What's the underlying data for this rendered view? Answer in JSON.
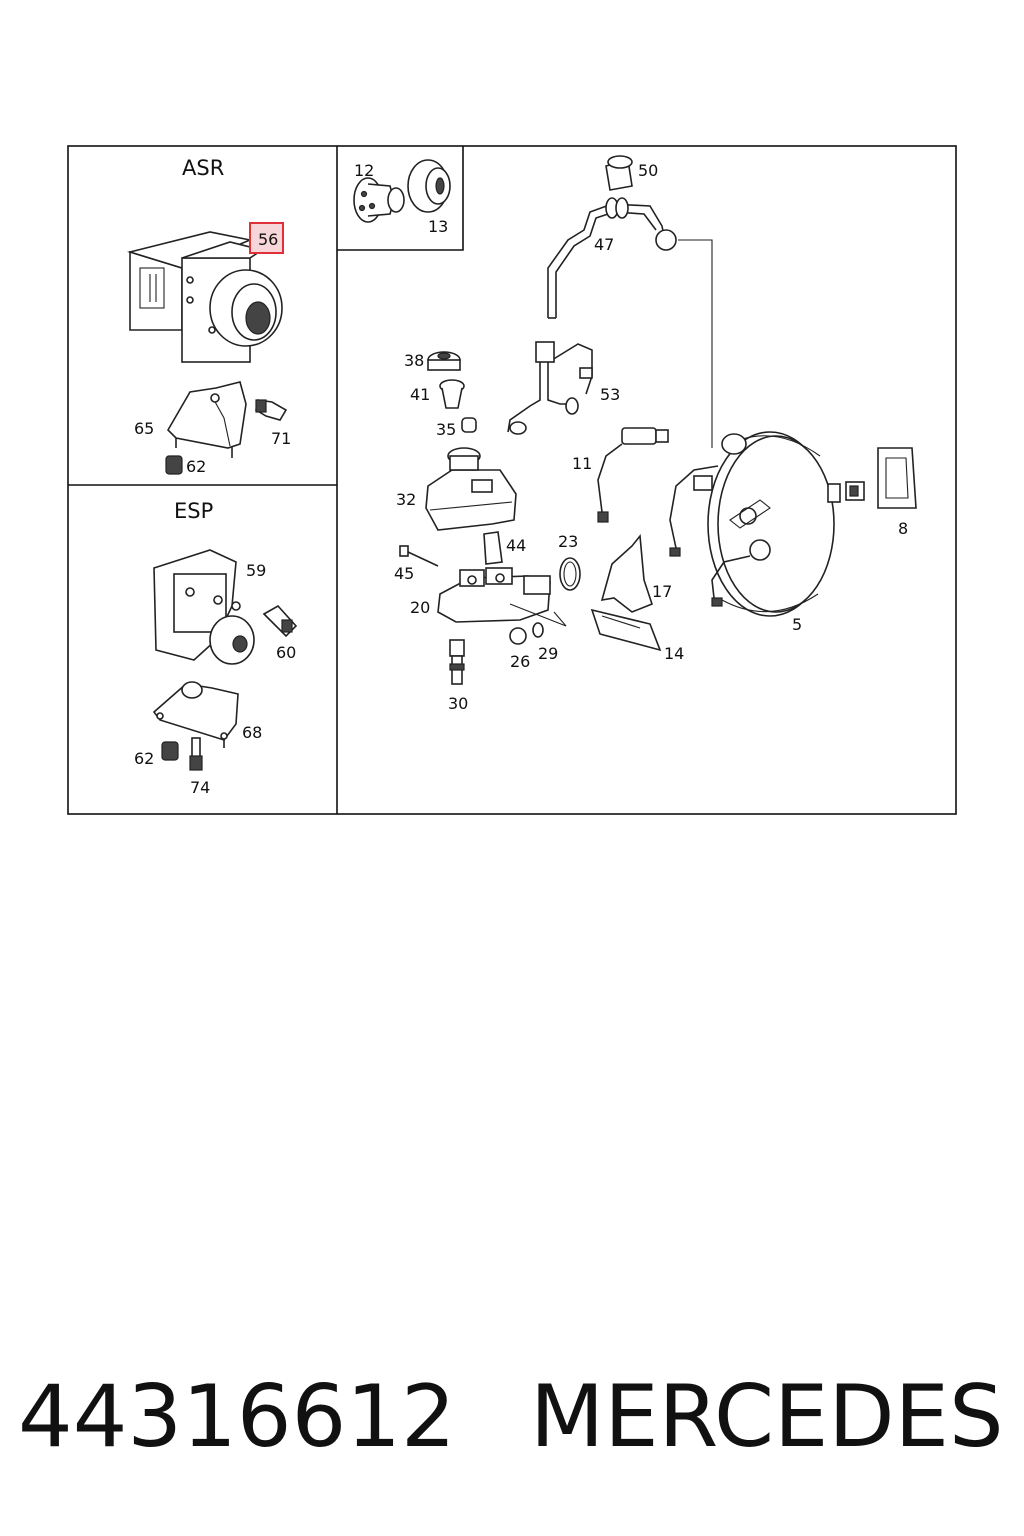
{
  "panels": {
    "asr": {
      "title": "ASR"
    },
    "esp": {
      "title": "ESP"
    }
  },
  "callouts": {
    "c56": "56",
    "c65": "65",
    "c71": "71",
    "c62a": "62",
    "c59": "59",
    "c60": "60",
    "c68": "68",
    "c62b": "62",
    "c74": "74",
    "c12": "12",
    "c13": "13",
    "c50": "50",
    "c47": "47",
    "c38": "38",
    "c41": "41",
    "c35": "35",
    "c53": "53",
    "c11": "11",
    "c32": "32",
    "c44": "44",
    "c45": "45",
    "c23": "23",
    "c20": "20",
    "c17": "17",
    "c26": "26",
    "c29": "29",
    "c14": "14",
    "c30": "30",
    "c5": "5",
    "c8": "8"
  },
  "highlight": {
    "callout": "56",
    "color": "#e0303a",
    "fill": "#f6d6d8"
  },
  "footer": {
    "part_number": "44316612",
    "brand": "MERCEDES"
  }
}
